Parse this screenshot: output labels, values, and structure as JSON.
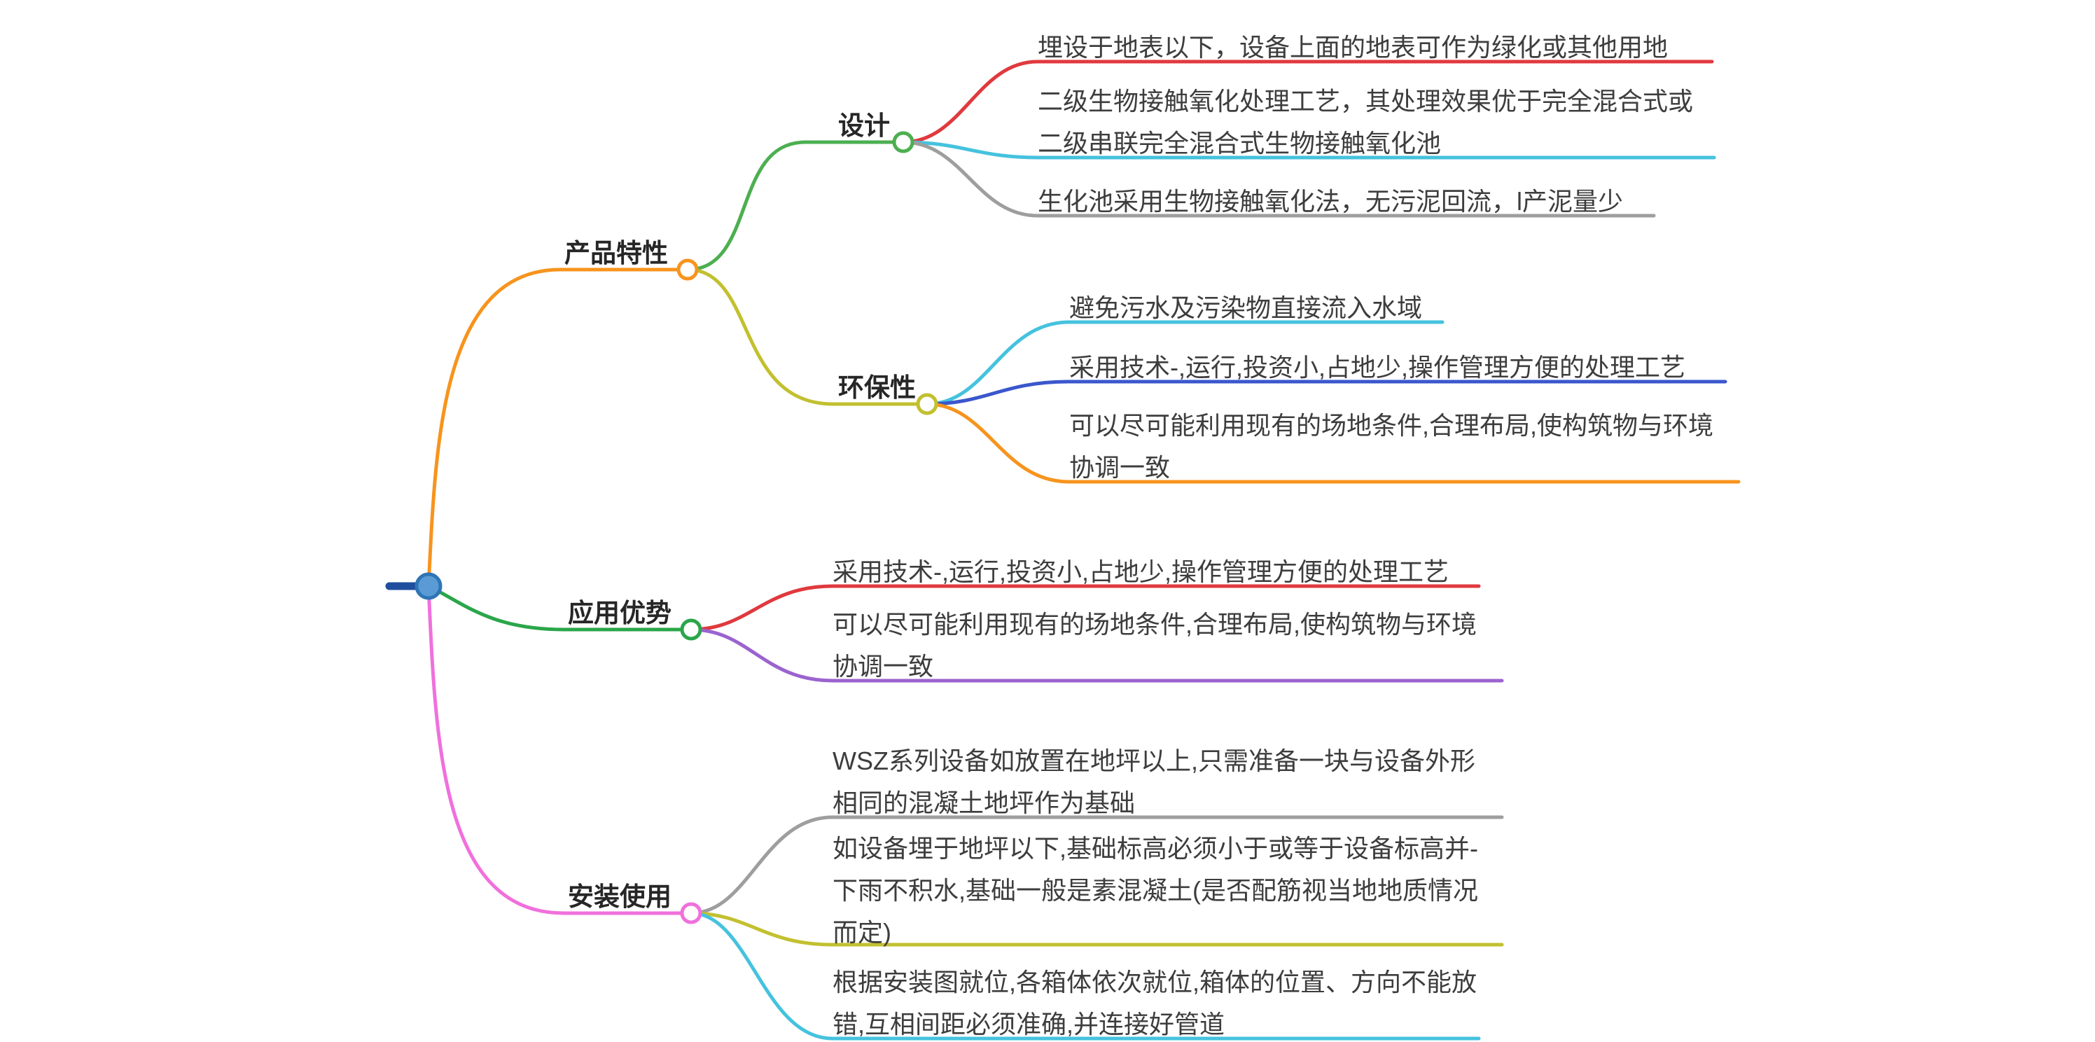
{
  "root": {
    "fill": "#5b9bd5",
    "stroke": "#2e75b6",
    "dash_color": "#1f4e9e"
  },
  "branches": [
    {
      "label": "产品特性",
      "color": "#f7941d",
      "children": [
        {
          "label": "设计",
          "color": "#4caf50",
          "leaves": [
            {
              "text": "埋设于地表以下，设备上面的地表可作为绿化或其他用地",
              "color": "#e0393e"
            },
            {
              "text": "二级生物接触氧化处理工艺，其处理效果优于完全混合式或二级串联完全混合式生物接触氧化池",
              "color": "#45c2de"
            },
            {
              "text": "生化池采用生物接触氧化法，无污泥回流，l产泥量少",
              "color": "#9e9e9e"
            }
          ]
        },
        {
          "label": "环保性",
          "color": "#c2c02f",
          "leaves": [
            {
              "text": "避免污水及污染物直接流入水域",
              "color": "#45c2de"
            },
            {
              "text": "采用技术-,运行,投资小,占地少,操作管理方便的处理工艺",
              "color": "#3a57cc"
            },
            {
              "text": "可以尽可能利用现有的场地条件,合理布局,使构筑物与环境协调一致",
              "color": "#f7941d"
            }
          ]
        }
      ]
    },
    {
      "label": "应用优势",
      "color": "#2aa64a",
      "leaves": [
        {
          "text": "采用技术-,运行,投资小,占地少,操作管理方便的处理工艺",
          "color": "#e0393e"
        },
        {
          "text": "可以尽可能利用现有的场地条件,合理布局,使构筑物与环境协调一致",
          "color": "#9b63cf"
        }
      ]
    },
    {
      "label": "安装使用",
      "color": "#f070dc",
      "leaves": [
        {
          "text": "WSZ系列设备如放置在地坪以上,只需准备一块与设备外形相同的混凝土地坪作为基础",
          "color": "#9e9e9e"
        },
        {
          "text": "如设备埋于地坪以下,基础标高必须小于或等于设备标高并-下雨不积水,基础一般是素混凝土(是否配筋视当地地质情况而定)",
          "color": "#c2c02f"
        },
        {
          "text": "根据安装图就位,各箱体依次就位,箱体的位置、方向不能放错,互相间距必须准确,并连接好管道",
          "color": "#45c2de"
        }
      ]
    }
  ]
}
